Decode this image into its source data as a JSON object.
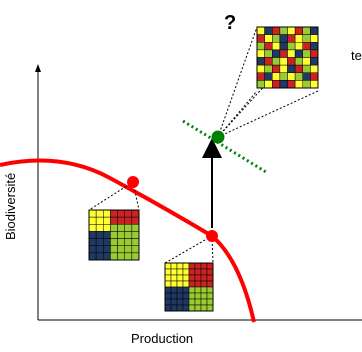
{
  "labels": {
    "x_axis": "Production",
    "y_axis": "Biodiversité",
    "question_mark": "?",
    "cut_off_text": "te"
  },
  "colors": {
    "frontier": "#ff0000",
    "point_red": "#ff0000",
    "point_green": "#008000",
    "dotted_line": "#008000",
    "axis": "#000000",
    "grid_yellow": "#ffff33",
    "grid_red": "#cc2222",
    "grid_green": "#99cc33",
    "grid_navy": "#1f3864",
    "grid_cell_border": "#000000"
  },
  "icons": {
    "arrow": "up-arrow-icon",
    "grids": "landscape-mosaic-icon"
  },
  "mosaics": {
    "grid_left": {
      "rows": [
        "YYYRRRR",
        "YYYRRRR",
        "YYYGGGG",
        "NNNGGGG",
        "NNNGGGG",
        "NNNGGGG",
        "NNNGGGG"
      ]
    },
    "grid_right": {
      "rows": [
        "YYYYRRRR",
        "YYYYRRRR",
        "YYYYRRRR",
        "YYYYRRRR",
        "NNNNGGGG",
        "NNNNGGGG",
        "NNNNGGGG",
        "NNNNGGGG"
      ]
    },
    "grid_top": {
      "rows": [
        "YNRGYRGN",
        "RYGNRYGY",
        "GRYNGYRN",
        "YGNRYNGR",
        "NRGYRGYN",
        "YGRYNRGY",
        "RNYGYGNR",
        "GYRNRYGY"
      ]
    }
  }
}
